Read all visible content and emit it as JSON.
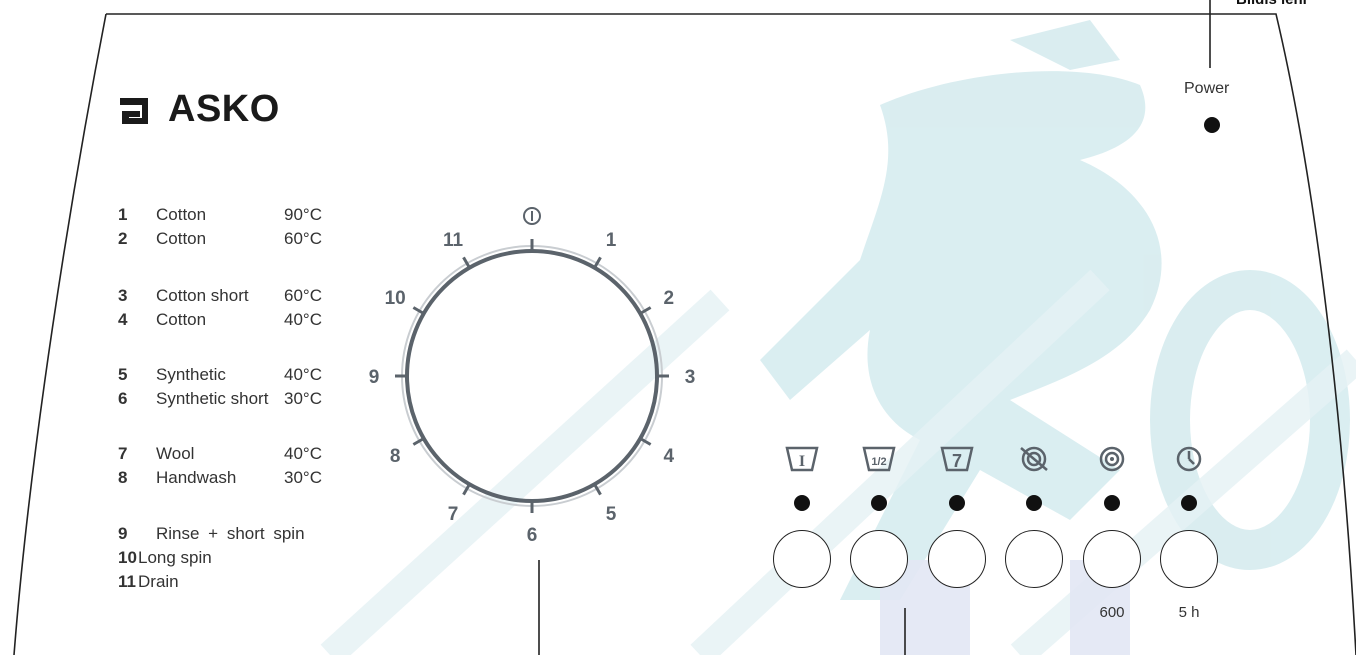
{
  "brand": {
    "name": "ASKO"
  },
  "top_callout": "Bildis ïeni",
  "power": {
    "label": "Power"
  },
  "programs": [
    {
      "num": "1",
      "name": "Cotton",
      "temp": "90°C"
    },
    {
      "num": "2",
      "name": "Cotton",
      "temp": "60°C"
    },
    {
      "num": "3",
      "name": "Cotton short",
      "temp": "60°C"
    },
    {
      "num": "4",
      "name": "Cotton",
      "temp": "40°C"
    },
    {
      "num": "5",
      "name": "Synthetic",
      "temp": "40°C"
    },
    {
      "num": "6",
      "name": "Synthetic short",
      "temp": "30°C"
    },
    {
      "num": "7",
      "name": "Wool",
      "temp": "40°C"
    },
    {
      "num": "8",
      "name": "Handwash",
      "temp": "30°C"
    },
    {
      "num": "9",
      "name": "Rinse + short spin",
      "temp": ""
    },
    {
      "num": "10",
      "name": "Long spin",
      "temp": ""
    },
    {
      "num": "11",
      "name": "Drain",
      "temp": ""
    }
  ],
  "dial": {
    "numbers": [
      "1",
      "2",
      "3",
      "4",
      "5",
      "6",
      "7",
      "8",
      "9",
      "10",
      "11"
    ],
    "off_symbol": "power-off-icon"
  },
  "option_buttons": [
    {
      "icon": "prewash-tub-icon",
      "symbol": "I",
      "label": ""
    },
    {
      "icon": "half-load-tub-icon",
      "symbol": "1/2",
      "label": ""
    },
    {
      "icon": "quick-wash-tub-icon",
      "symbol": "7",
      "label": ""
    },
    {
      "icon": "no-spin-icon",
      "symbol": "",
      "label": ""
    },
    {
      "icon": "spin-speed-icon",
      "symbol": "",
      "label": "600"
    },
    {
      "icon": "delay-timer-icon",
      "symbol": "",
      "label": "5 h"
    }
  ],
  "colors": {
    "watermark": "#d4ecf0",
    "dial": "#5b636b",
    "text": "#333333"
  }
}
